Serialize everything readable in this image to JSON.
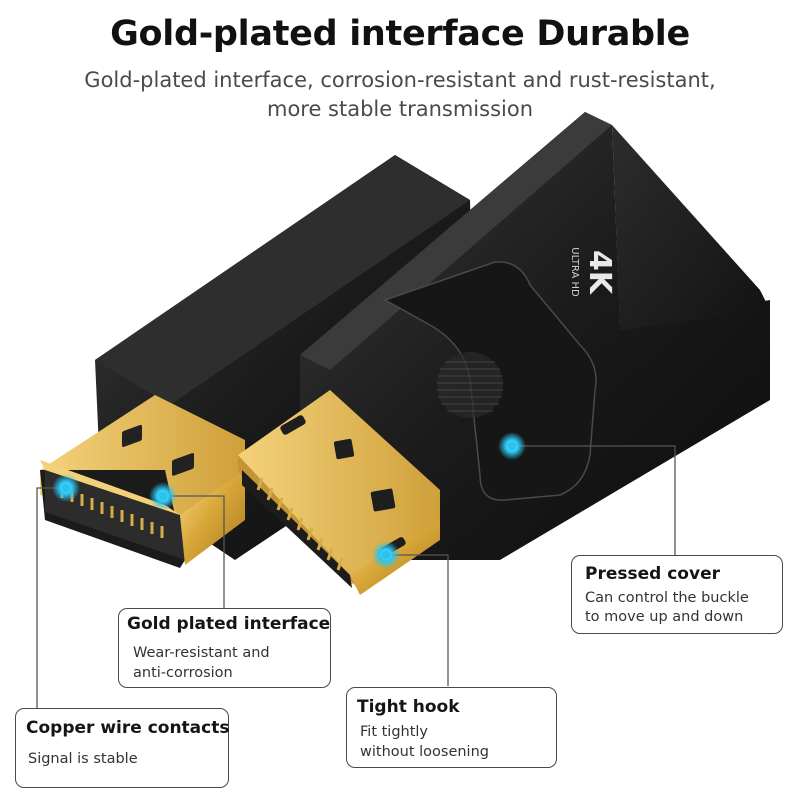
{
  "header": {
    "title": "Gold-plated interface Durable",
    "subtitle_line1": "Gold-plated interface, corrosion-resistant and rust-resistant,",
    "subtitle_line2": "more stable transmission"
  },
  "product": {
    "badge_main": "4K",
    "badge_sub": "ULTRA HD"
  },
  "callouts": {
    "pressed_cover": {
      "title": "Pressed cover",
      "line1": "Can control the buckle",
      "line2": "to move up and down"
    },
    "gold_plated": {
      "title": "Gold plated interface",
      "line1": "Wear-resistant and",
      "line2": "anti-corrosion"
    },
    "tight_hook": {
      "title": "Tight hook",
      "line1": "Fit tightly",
      "line2": "without loosening"
    },
    "copper_wire": {
      "title": "Copper wire contacts",
      "line1": "Signal is stable"
    }
  },
  "colors": {
    "gold": "#e2b64e",
    "body_black": "#1a1a1a",
    "marker_cyan": "#29c4f0"
  }
}
